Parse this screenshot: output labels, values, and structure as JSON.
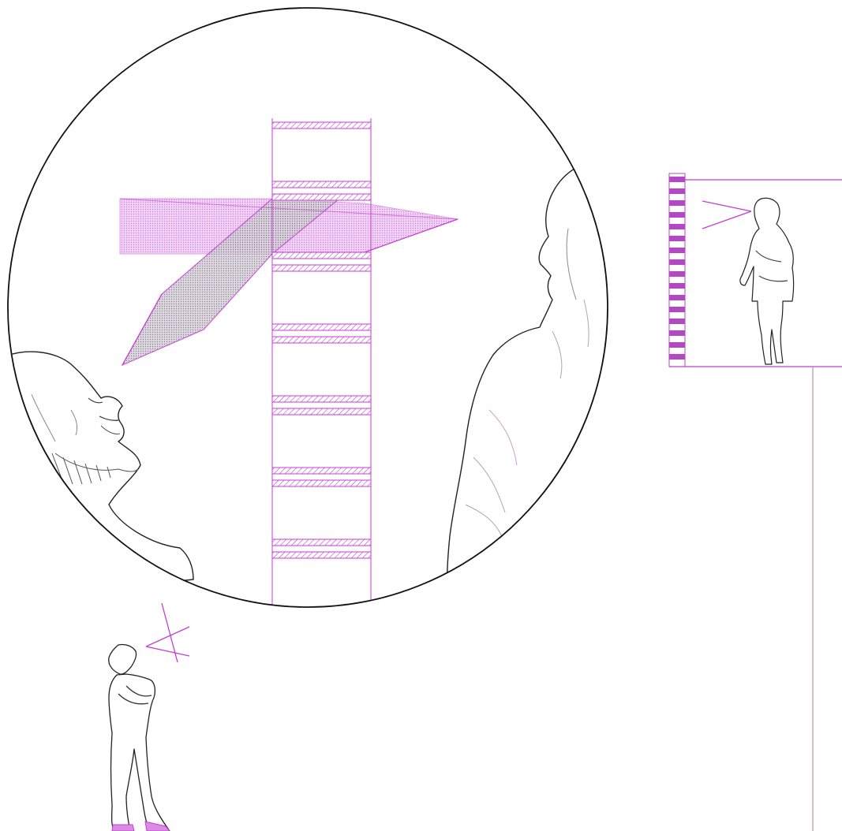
{
  "colors": {
    "ink": "#111111",
    "magenta": "#c23fd0",
    "magenta_light": "#d98ce3",
    "magenta_fill": "#e9b8f0",
    "figure_line": "#555555",
    "figure_light": "#9a9a9a",
    "background": "#ffffff"
  },
  "diagram": {
    "elements": [
      "enlarged-view-circle",
      "slatted-screen-elevation",
      "sightline-wedge-projection",
      "man-face-closeup",
      "woman-face-closeup",
      "standing-man-figure",
      "standing-woman-figure",
      "raised-platform",
      "facade-slat-strip"
    ]
  }
}
